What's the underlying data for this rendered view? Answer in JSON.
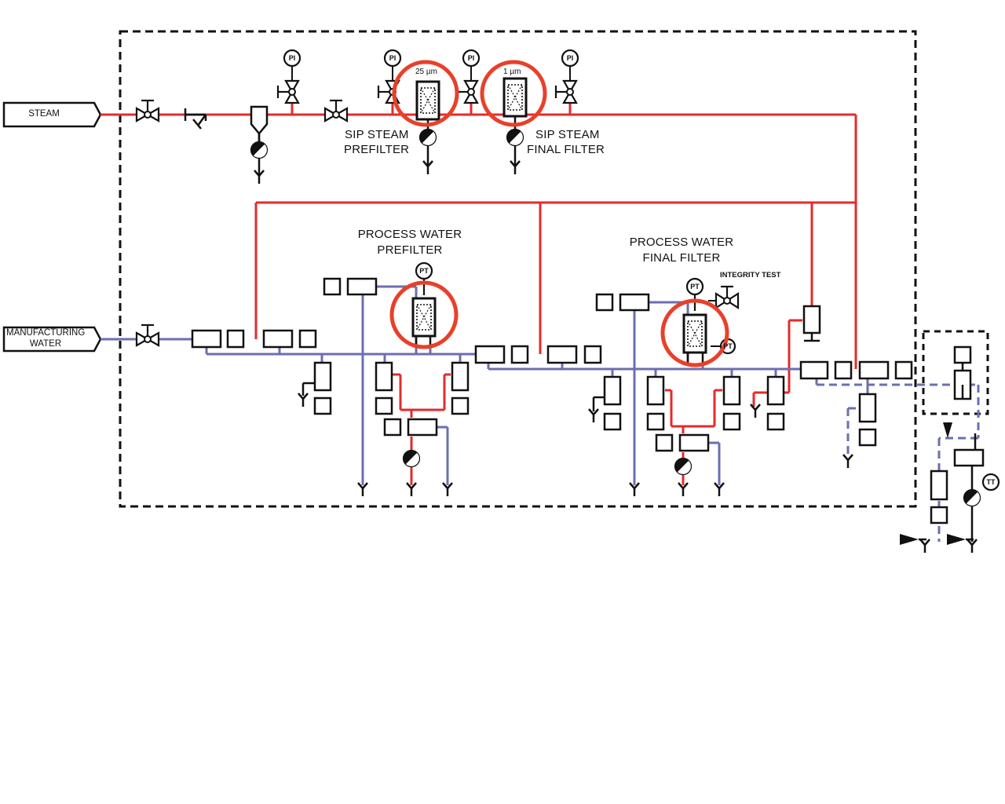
{
  "colors": {
    "steam_line": "#e32b2b",
    "water_line": "#6b6fb0",
    "highlight_circle": "#e8402a",
    "outline": "#111111",
    "background": "#ffffff"
  },
  "inlets": {
    "steam": "STEAM",
    "water_line1": "MANUFACTURING",
    "water_line2": "WATER"
  },
  "filters": {
    "sip_prefilter": {
      "label_line1": "SIP STEAM",
      "label_line2": "PREFILTER",
      "rating": "25  µm"
    },
    "sip_final": {
      "label_line1": "SIP STEAM",
      "label_line2": "FINAL FILTER",
      "rating": "1  µm"
    },
    "pw_prefilter": {
      "label_line1": "PROCESS WATER",
      "label_line2": "PREFILTER"
    },
    "pw_final": {
      "label_line1": "PROCESS WATER",
      "label_line2": "FINAL FILTER"
    }
  },
  "annotations": {
    "integrity_test": "INTEGRITY TEST"
  },
  "instruments": {
    "pi": "PI",
    "pt": "PT",
    "tt": "TT"
  }
}
